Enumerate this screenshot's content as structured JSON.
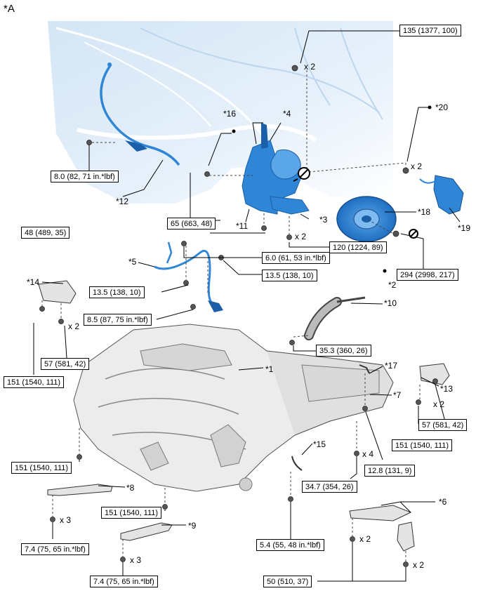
{
  "figure": {
    "view_label": "*A",
    "callouts": [
      {
        "id": "c1",
        "text": "*1"
      },
      {
        "id": "c2",
        "text": "*2"
      },
      {
        "id": "c3",
        "text": "*3"
      },
      {
        "id": "c4",
        "text": "*4"
      },
      {
        "id": "c5",
        "text": "*5"
      },
      {
        "id": "c6",
        "text": "*6"
      },
      {
        "id": "c7",
        "text": "*7"
      },
      {
        "id": "c8",
        "text": "*8"
      },
      {
        "id": "c9",
        "text": "*9"
      },
      {
        "id": "c10",
        "text": "*10"
      },
      {
        "id": "c11",
        "text": "*11"
      },
      {
        "id": "c12",
        "text": "*12"
      },
      {
        "id": "c13",
        "text": "*13"
      },
      {
        "id": "c14",
        "text": "*14"
      },
      {
        "id": "c15",
        "text": "*15"
      },
      {
        "id": "c16",
        "text": "*16"
      },
      {
        "id": "c17",
        "text": "*17"
      },
      {
        "id": "c18",
        "text": "*18"
      },
      {
        "id": "c19",
        "text": "*19"
      },
      {
        "id": "c20",
        "text": "*20"
      }
    ],
    "torque_specs": [
      {
        "id": "t1",
        "text": "135 (1377, 100)"
      },
      {
        "id": "t2",
        "text": "8.0 (82, 71 in.*lbf)"
      },
      {
        "id": "t3",
        "text": "65 (663, 48)"
      },
      {
        "id": "t4",
        "text": "48 (489, 35)"
      },
      {
        "id": "t5",
        "text": "120 (1224, 89)"
      },
      {
        "id": "t6",
        "text": "294 (2998, 217)"
      },
      {
        "id": "t7",
        "text": "6.0 (61, 53 in.*lbf)"
      },
      {
        "id": "t8",
        "text": "13.5 (138, 10)"
      },
      {
        "id": "t9",
        "text": "13.5 (138, 10)"
      },
      {
        "id": "t10",
        "text": "8.5 (87, 75 in.*lbf)"
      },
      {
        "id": "t11",
        "text": "57 (581, 42)"
      },
      {
        "id": "t12",
        "text": "151 (1540, 111)"
      },
      {
        "id": "t13",
        "text": "35.3 (360, 26)"
      },
      {
        "id": "t14",
        "text": "57 (581, 42)"
      },
      {
        "id": "t15",
        "text": "151 (1540, 111)"
      },
      {
        "id": "t16",
        "text": "12.8 (131, 9)"
      },
      {
        "id": "t17",
        "text": "151 (1540, 111)"
      },
      {
        "id": "t18",
        "text": "34.7 (354, 26)"
      },
      {
        "id": "t19",
        "text": "151 (1540, 111)"
      },
      {
        "id": "t20",
        "text": "7.4 (75, 65 in.*lbf)"
      },
      {
        "id": "t21",
        "text": "7.4 (75, 65 in.*lbf)"
      },
      {
        "id": "t22",
        "text": "5.4 (55, 48 in.*lbf)"
      },
      {
        "id": "t23",
        "text": "50 (510, 37)"
      }
    ],
    "quantities": [
      {
        "id": "q1",
        "text": "x 2"
      },
      {
        "id": "q2",
        "text": "x 2"
      },
      {
        "id": "q3",
        "text": "x 2"
      },
      {
        "id": "q4",
        "text": "x 2"
      },
      {
        "id": "q5",
        "text": "x 2"
      },
      {
        "id": "q6",
        "text": "x 4"
      },
      {
        "id": "q7",
        "text": "x 3"
      },
      {
        "id": "q8",
        "text": "x 3"
      },
      {
        "id": "q9",
        "text": "x 2"
      },
      {
        "id": "q10",
        "text": "x 2"
      }
    ],
    "colors": {
      "part_highlight": "#2f86d6",
      "part_dark": "#1b5fa8",
      "background_tint": "#dcebf7",
      "outline": "#000000",
      "engine_gray": "#e6e6e6"
    }
  }
}
